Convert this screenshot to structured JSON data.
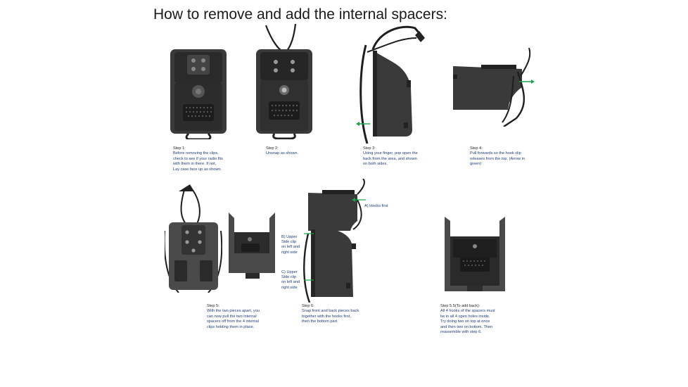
{
  "title": "How to remove and add the internal spacers:",
  "steps": [
    {
      "step": "Step 1:",
      "lines": [
        "Before removing the clips,",
        "check to see if your radio fits",
        "with them in there. If not,",
        "Lay case face up as shown."
      ]
    },
    {
      "step": "Step 2:",
      "lines": [
        "Unsnap as shown."
      ]
    },
    {
      "step": "Step 3:",
      "lines": [
        "Using your finger, pop open the",
        "back from the area, and shown",
        "on both sides."
      ]
    },
    {
      "step": "Step 4:",
      "lines": [
        "Pull forwards so the hook clip",
        "releases from the top. (Arrow in",
        "green)"
      ]
    },
    {
      "step": "Step 5:",
      "lines": [
        "With the two pieces apart, you",
        "can now pull the two internal",
        "spacers off from the 4 internal",
        "clips holding them in place."
      ]
    },
    {
      "step": "Step 6:",
      "lines": [
        "Snap front and back pieces back",
        "together with the hooks first,",
        "then the bottom part."
      ]
    },
    {
      "step": "Step 5.5(To add back):",
      "lines": [
        "All 4 hooks of the spacers must",
        "be in all 4 open holes inside.",
        "Try doing two on top at once",
        "and then two on bottom. Then",
        "reassemble with step 6."
      ]
    }
  ],
  "annotations": {
    "a": "A) Hooks first",
    "b": [
      "B) Upper",
      "Side clip",
      "on left and",
      "right side"
    ],
    "c": [
      "C) Upper",
      "Side clip",
      "on left and",
      "right side"
    ]
  },
  "colors": {
    "text": "#1f3d79",
    "arrow": "#1aa34a",
    "case": "#2f2f2f"
  }
}
